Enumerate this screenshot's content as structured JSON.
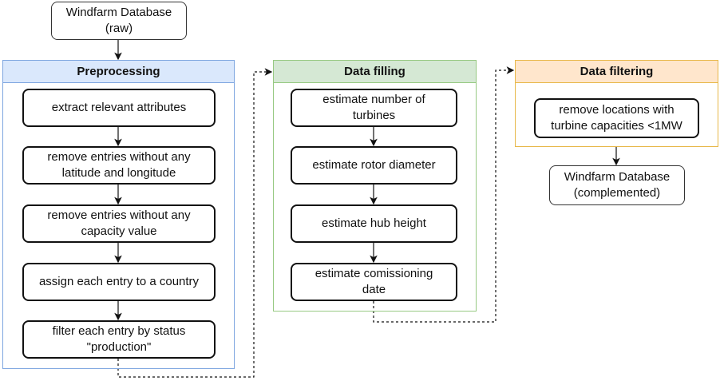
{
  "source": {
    "label_line1": "Windfarm Database",
    "label_line2": "(raw)"
  },
  "groups": [
    {
      "title": "Preprocessing",
      "header_color": "#dae8fc",
      "border_color": "#7ea6e0",
      "steps": [
        [
          "extract relevant attributes"
        ],
        [
          "remove entries without any",
          "latitude and longitude"
        ],
        [
          "remove entries without any",
          "capacity value"
        ],
        [
          "assign each entry to a country"
        ],
        [
          "filter each entry by status",
          "\"production\""
        ]
      ]
    },
    {
      "title": "Data filling",
      "header_color": "#d5e8d4",
      "border_color": "#97c982",
      "steps": [
        [
          "estimate number of",
          "turbines"
        ],
        [
          "estimate rotor diameter"
        ],
        [
          "estimate hub height"
        ],
        [
          "estimate comissioning",
          "date"
        ]
      ]
    },
    {
      "title": "Data filtering",
      "header_color": "#ffe6cc",
      "border_color": "#e8b84a",
      "steps": [
        [
          "remove locations with",
          "turbine capacities <1MW"
        ]
      ]
    }
  ],
  "result": {
    "label_line1": "Windfarm Database",
    "label_line2": "(complemented)"
  }
}
